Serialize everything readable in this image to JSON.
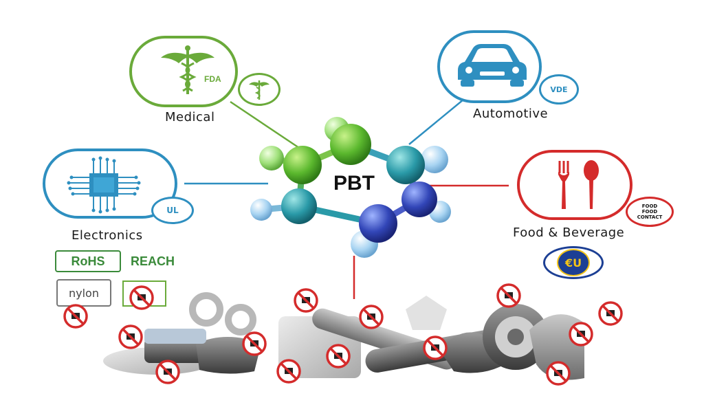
{
  "center": {
    "label": "PBT"
  },
  "industries": {
    "medical": {
      "label": "Medical",
      "badge": "FDA"
    },
    "automotive": {
      "label": "Automotive",
      "badge": "VDE"
    },
    "electronics": {
      "label": "Electronics",
      "badge": "UL"
    },
    "food": {
      "label": "Food & Beverage",
      "badge_lines": [
        "FOOD",
        "FOOD",
        "CONTACT"
      ]
    }
  },
  "certifications": {
    "rohs": "RoHS",
    "reach": "REACH",
    "nylon": "nylon",
    "eu": "€U"
  },
  "colors": {
    "medical": "#6aaa3a",
    "automotive": "#2e8fc0",
    "electronics": "#2e8fc0",
    "food": "#d42b2b",
    "eu_blue": "#1c3f94",
    "eu_gold": "#f3c417"
  }
}
